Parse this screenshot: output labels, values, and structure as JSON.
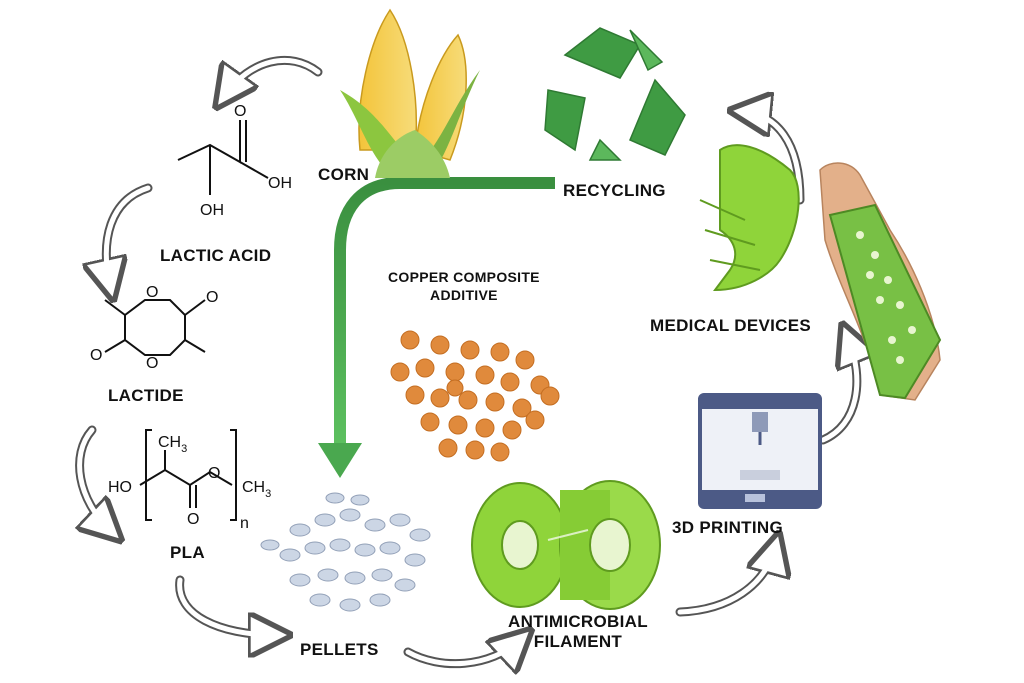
{
  "labels": {
    "corn": "CORN",
    "lactic_acid": "LACTIC ACID",
    "lactide": "LACTIDE",
    "pla": "PLA",
    "pellets": "PELLETS",
    "filament_line1": "ANTIMICROBIAL",
    "filament_line2": "FILAMENT",
    "printing": "3D PRINTING",
    "medical": "MEDICAL DEVICES",
    "recycling": "RECYCLING",
    "additive_line1": "COPPER COMPOSITE",
    "additive_line2": "ADDITIVE"
  },
  "chem": {
    "oh": "OH",
    "ho": "HO",
    "o": "O",
    "ch3": "CH",
    "sub3": "3",
    "n": "n"
  },
  "colors": {
    "green_arrow": "#4aa84f",
    "copper": "#e08a3c",
    "filament": "#8fd43a",
    "recycle": "#3f9b43",
    "printer": "#4c5a86"
  }
}
